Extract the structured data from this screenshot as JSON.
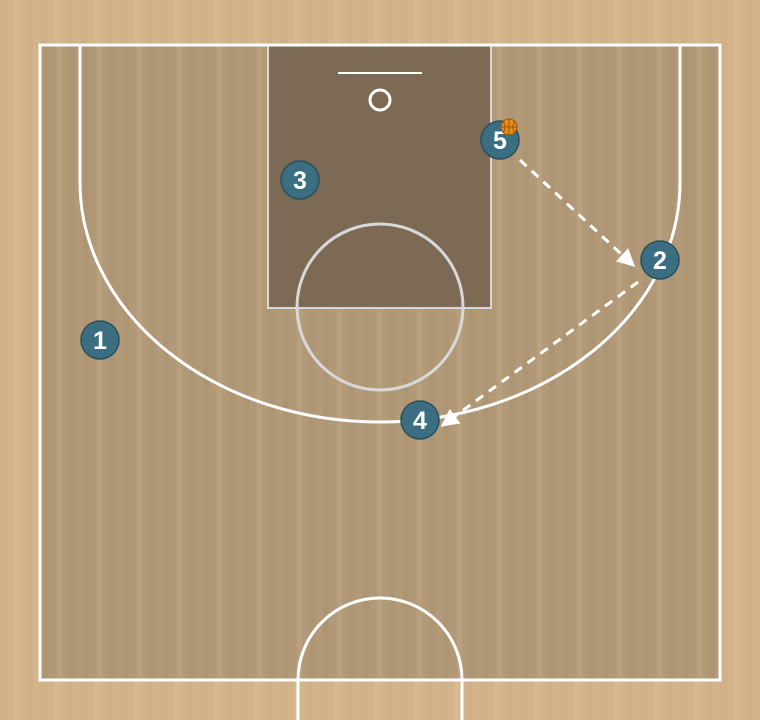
{
  "colors": {
    "wood_outer": "#d3b48b",
    "wood_inner": "#b29a78",
    "paint": "#7d6a54",
    "lines": "#ffffff",
    "player_fill": "#3c6e81",
    "player_stroke": "#2a4f5e",
    "player_text": "#ffffff",
    "ball": "#e88b1c",
    "pass_line": "#ffffff"
  },
  "players": [
    {
      "id": "p1",
      "label": "1"
    },
    {
      "id": "p2",
      "label": "2"
    },
    {
      "id": "p3",
      "label": "3"
    },
    {
      "id": "p4",
      "label": "4"
    },
    {
      "id": "p5",
      "label": "5"
    }
  ],
  "ball_holder": "5",
  "passes": [
    {
      "from": "5",
      "to": "2"
    },
    {
      "from": "2",
      "to": "4"
    }
  ]
}
